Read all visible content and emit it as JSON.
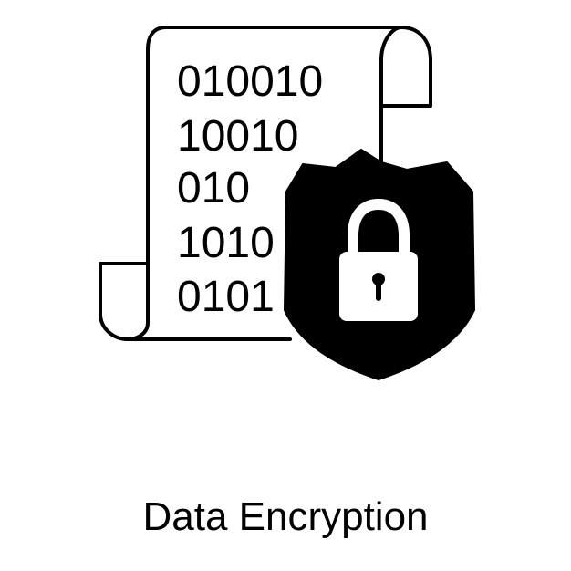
{
  "icon": {
    "name": "data-encryption-icon",
    "binary_lines": [
      "010010",
      "10010",
      "010",
      "1010",
      "0101"
    ],
    "stroke_color": "#000000",
    "fill_color": "#000000",
    "background": "#ffffff"
  },
  "caption": {
    "text": "Data Encryption"
  }
}
